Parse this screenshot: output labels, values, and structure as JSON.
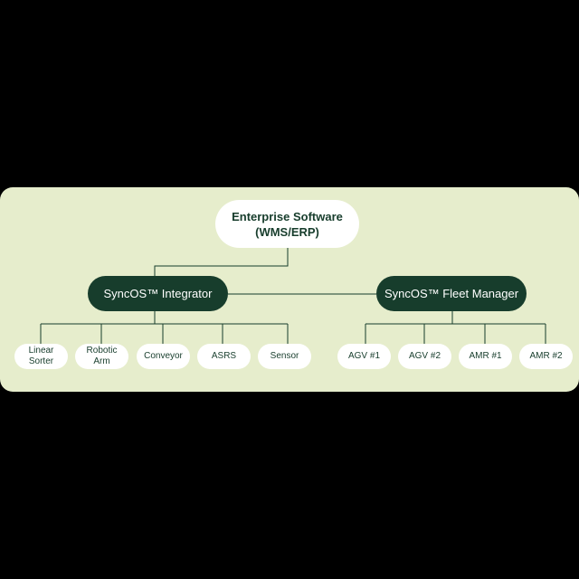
{
  "root": {
    "line1": "Enterprise Software",
    "line2": "(WMS/ERP)"
  },
  "integrator": {
    "label": "SyncOS™ Integrator"
  },
  "fleet": {
    "label": "SyncOS™ Fleet Manager"
  },
  "devices": [
    {
      "line1": "Linear",
      "line2": "Sorter"
    },
    {
      "line1": "Robotic",
      "line2": "Arm"
    },
    {
      "line1": "Conveyor",
      "line2": ""
    },
    {
      "line1": "ASRS",
      "line2": ""
    },
    {
      "line1": "Sensor",
      "line2": ""
    }
  ],
  "vehicles": [
    {
      "label": "AGV #1"
    },
    {
      "label": "AGV #2"
    },
    {
      "label": "AMR #1"
    },
    {
      "label": "AMR #2"
    }
  ],
  "colors": {
    "panel": "#e6edcc",
    "dark_node": "#173d2c",
    "line": "#173d2c"
  }
}
